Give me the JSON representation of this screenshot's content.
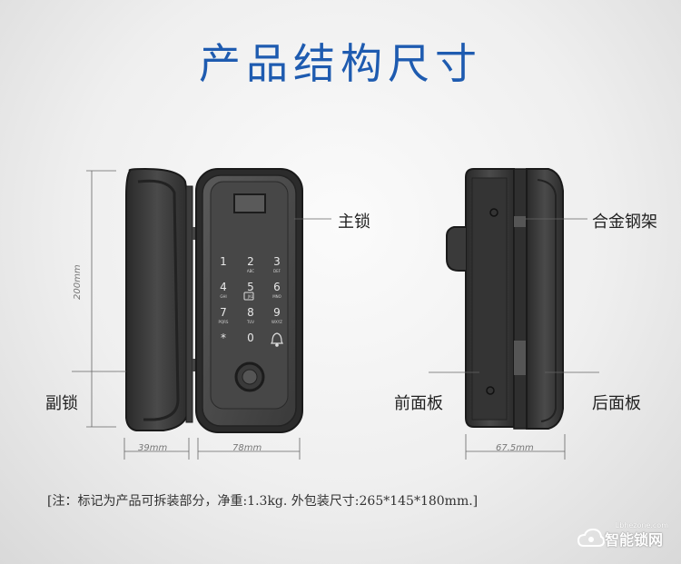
{
  "header": {
    "title": "产品结构尺寸"
  },
  "labels": {
    "main_lock": "主锁",
    "sub_lock": "副锁",
    "alloy_frame": "合金钢架",
    "front_panel": "前面板",
    "rear_panel": "后面板"
  },
  "dimensions": {
    "height": "200mm",
    "side_width": "39mm",
    "front_width": "78mm",
    "depth": "67.5mm"
  },
  "keypad": {
    "keys": [
      {
        "digit": "1",
        "sub": ""
      },
      {
        "digit": "2",
        "sub": "ABC"
      },
      {
        "digit": "3",
        "sub": "DEF"
      },
      {
        "digit": "4",
        "sub": "GHI"
      },
      {
        "digit": "5",
        "sub": "JKL"
      },
      {
        "digit": "6",
        "sub": "MNO"
      },
      {
        "digit": "7",
        "sub": "PQRS"
      },
      {
        "digit": "8",
        "sub": "TUV"
      },
      {
        "digit": "9",
        "sub": "WXYZ"
      },
      {
        "digit": "*",
        "sub": ""
      },
      {
        "digit": "0",
        "sub": ""
      },
      {
        "digit": "",
        "sub": ""
      }
    ]
  },
  "footer": {
    "note": "[注：标记为产品可拆装部分，净重:1.3kg. 外包装尺寸:265*145*180mm.]"
  },
  "watermark": {
    "brand": "智能锁网",
    "url": "Lbhezone.com"
  },
  "colors": {
    "title": "#1e5bb0",
    "body": "#3b3b3b"
  }
}
